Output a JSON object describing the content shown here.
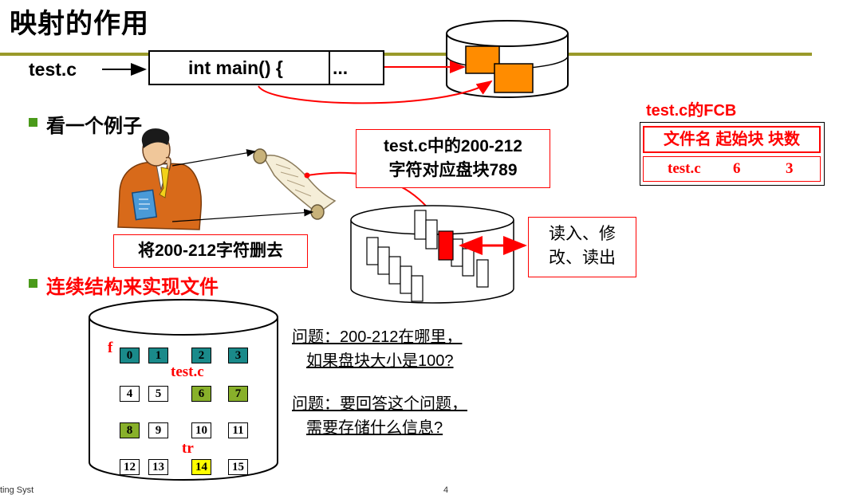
{
  "title": "映射的作用",
  "top": {
    "file_label": "test.c",
    "code": "int main() {",
    "dots": "..."
  },
  "bullets": {
    "example": "看一个例子",
    "contiguous": "连续结构来实现文件"
  },
  "captions": {
    "mapping_line1": "test.c中的200-212",
    "mapping_line2": "字符对应盘块789",
    "delete": "将200-212字符删去",
    "rw_line1": "读入、修",
    "rw_line2": "改、读出"
  },
  "fcb": {
    "title": "test.c的FCB",
    "header": "文件名  起始块  块数",
    "row": {
      "name": "test.c",
      "start": "6",
      "count": "3"
    }
  },
  "blocks": {
    "labels": [
      "0",
      "1",
      "2",
      "3",
      "4",
      "5",
      "6",
      "7",
      "8",
      "9",
      "10",
      "11",
      "12",
      "13",
      "14",
      "15"
    ],
    "colors": [
      "#1a8a8a",
      "#1a8a8a",
      "#1a8a8a",
      "#1a8a8a",
      "#ffffff",
      "#ffffff",
      "#88b02a",
      "#88b02a",
      "#88b02a",
      "#ffffff",
      "#ffffff",
      "#ffffff",
      "#ffffff",
      "#ffffff",
      "#ffff00",
      "#ffffff"
    ],
    "f_label": "f",
    "testc_label": "test.c",
    "tr_label": "tr"
  },
  "questions": {
    "q1_line1": "问题：200-212在哪里，",
    "q1_line2": "如果盘块大小是100?",
    "q2_line1": "问题：要回答这个问题，",
    "q2_line2": "需要存储什么信息?"
  },
  "footer": {
    "left": "ting Syst",
    "page": "4"
  },
  "colors": {
    "accent_red": "#ff0000",
    "title_rule": "#9a9a2a",
    "bullet": "#4a9a1a",
    "disk_block": "#ff8c00"
  }
}
